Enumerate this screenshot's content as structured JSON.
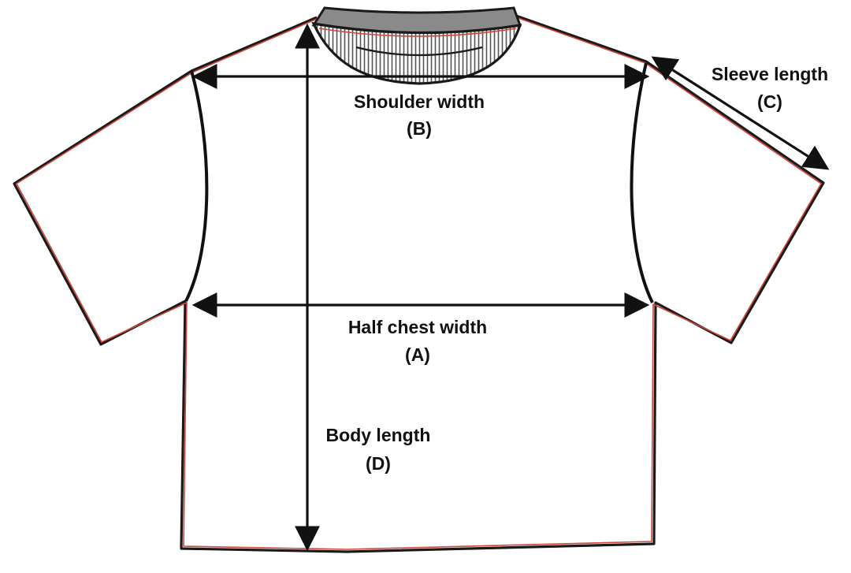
{
  "colors": {
    "outline": "#1a1a1a",
    "seam": "#d0453a",
    "collar_fill": "#9a9a9a",
    "background": "#ffffff"
  },
  "labels": {
    "shoulder_width": "Shoulder width",
    "shoulder_code": "(B)",
    "half_chest_width": "Half chest width",
    "half_chest_code": "(A)",
    "sleeve_length": "Sleeve length",
    "sleeve_code": "(C)",
    "body_length": "Body length",
    "body_code": "(D)"
  }
}
